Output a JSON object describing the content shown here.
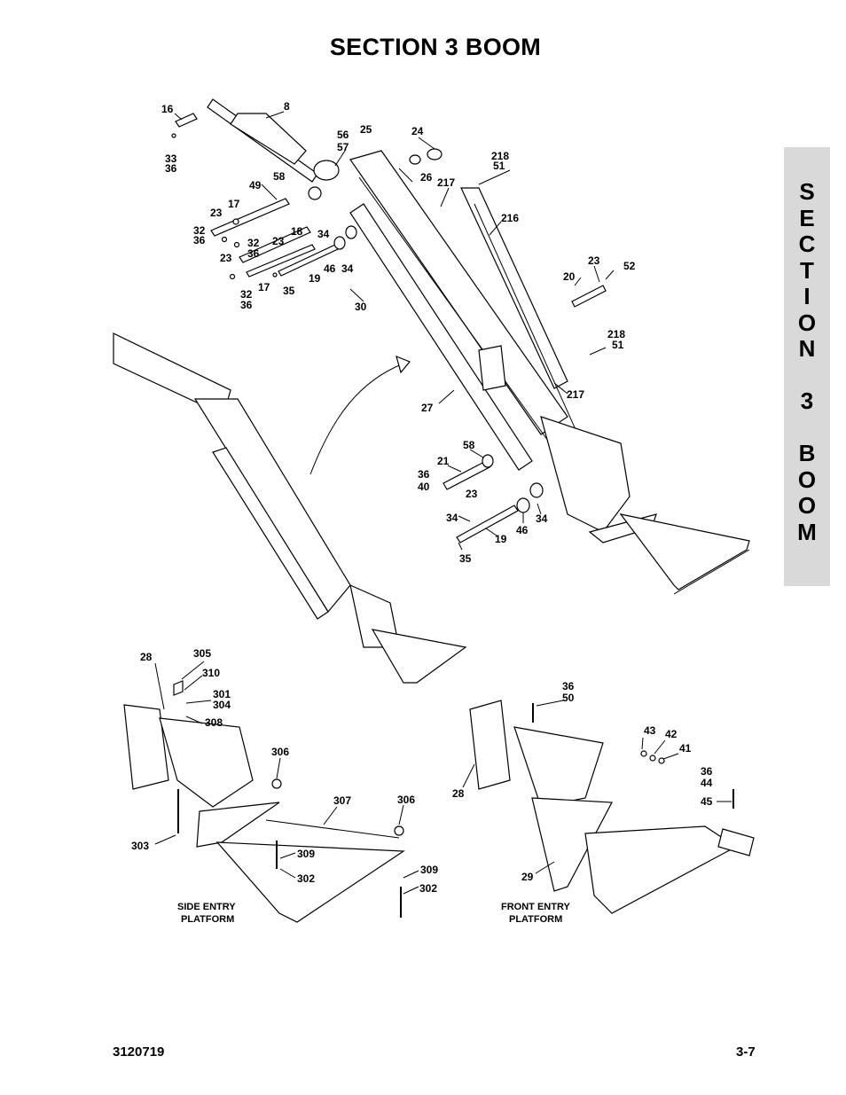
{
  "page": {
    "title": "SECTION 3   BOOM",
    "side_tab": "S\nE\nC\nT\nI\nO\nN\n \n3\n \nB\nO\nO\nM",
    "doc_number": "3120719",
    "page_number": "3-7"
  },
  "captions": {
    "side_entry_line1": "SIDE ENTRY",
    "side_entry_line2": "PLATFORM",
    "front_entry_line1": "FRONT ENTRY",
    "front_entry_line2": "PLATFORM"
  },
  "callouts": [
    "16",
    "8",
    "33",
    "36",
    "25",
    "56",
    "57",
    "24",
    "49",
    "58",
    "26",
    "218",
    "51",
    "217",
    "17",
    "23",
    "32",
    "36",
    "32",
    "18",
    "36",
    "23",
    "34",
    "46",
    "34",
    "216",
    "23",
    "19",
    "17",
    "35",
    "32",
    "36",
    "30",
    "23",
    "52",
    "20",
    "218",
    "51",
    "217",
    "27",
    "58",
    "36",
    "40",
    "21",
    "23",
    "34",
    "34",
    "46",
    "19",
    "35",
    "28",
    "305",
    "310",
    "301",
    "304",
    "308",
    "306",
    "307",
    "306",
    "303",
    "309",
    "302",
    "309",
    "302",
    "36",
    "50",
    "43",
    "42",
    "41",
    "36",
    "44",
    "45",
    "28",
    "29"
  ]
}
